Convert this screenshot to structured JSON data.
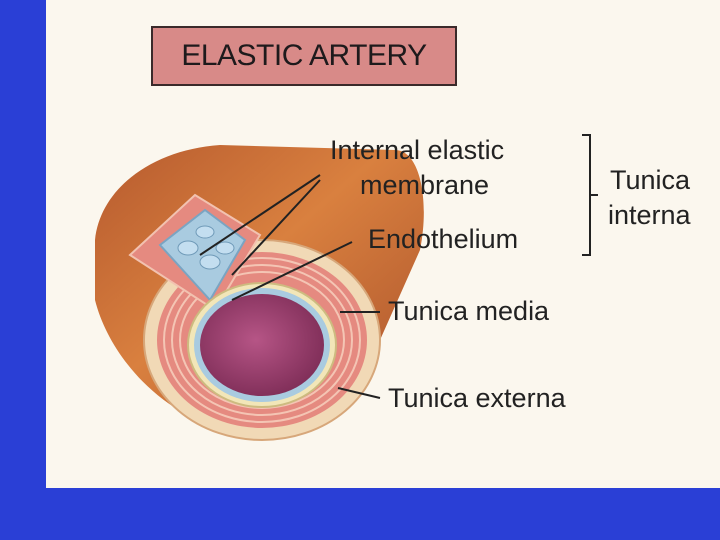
{
  "diagram": {
    "title": "ELASTIC ARTERY",
    "labels": {
      "internal_elastic_line1": "Internal elastic",
      "internal_elastic_line2": "membrane",
      "endothelium": "Endothelium",
      "tunica_interna_line1": "Tunica",
      "tunica_interna_line2": "interna",
      "tunica_media": "Tunica media",
      "tunica_externa": "Tunica externa"
    }
  },
  "colors": {
    "background": "#2a3fd6",
    "slide": "#fbf7ee",
    "title_box": "#d88a88",
    "adventitia": "#c8663a",
    "media": "#e58a80",
    "lumen": "#9c3c6c",
    "endothelium": "#a9cbe0"
  }
}
